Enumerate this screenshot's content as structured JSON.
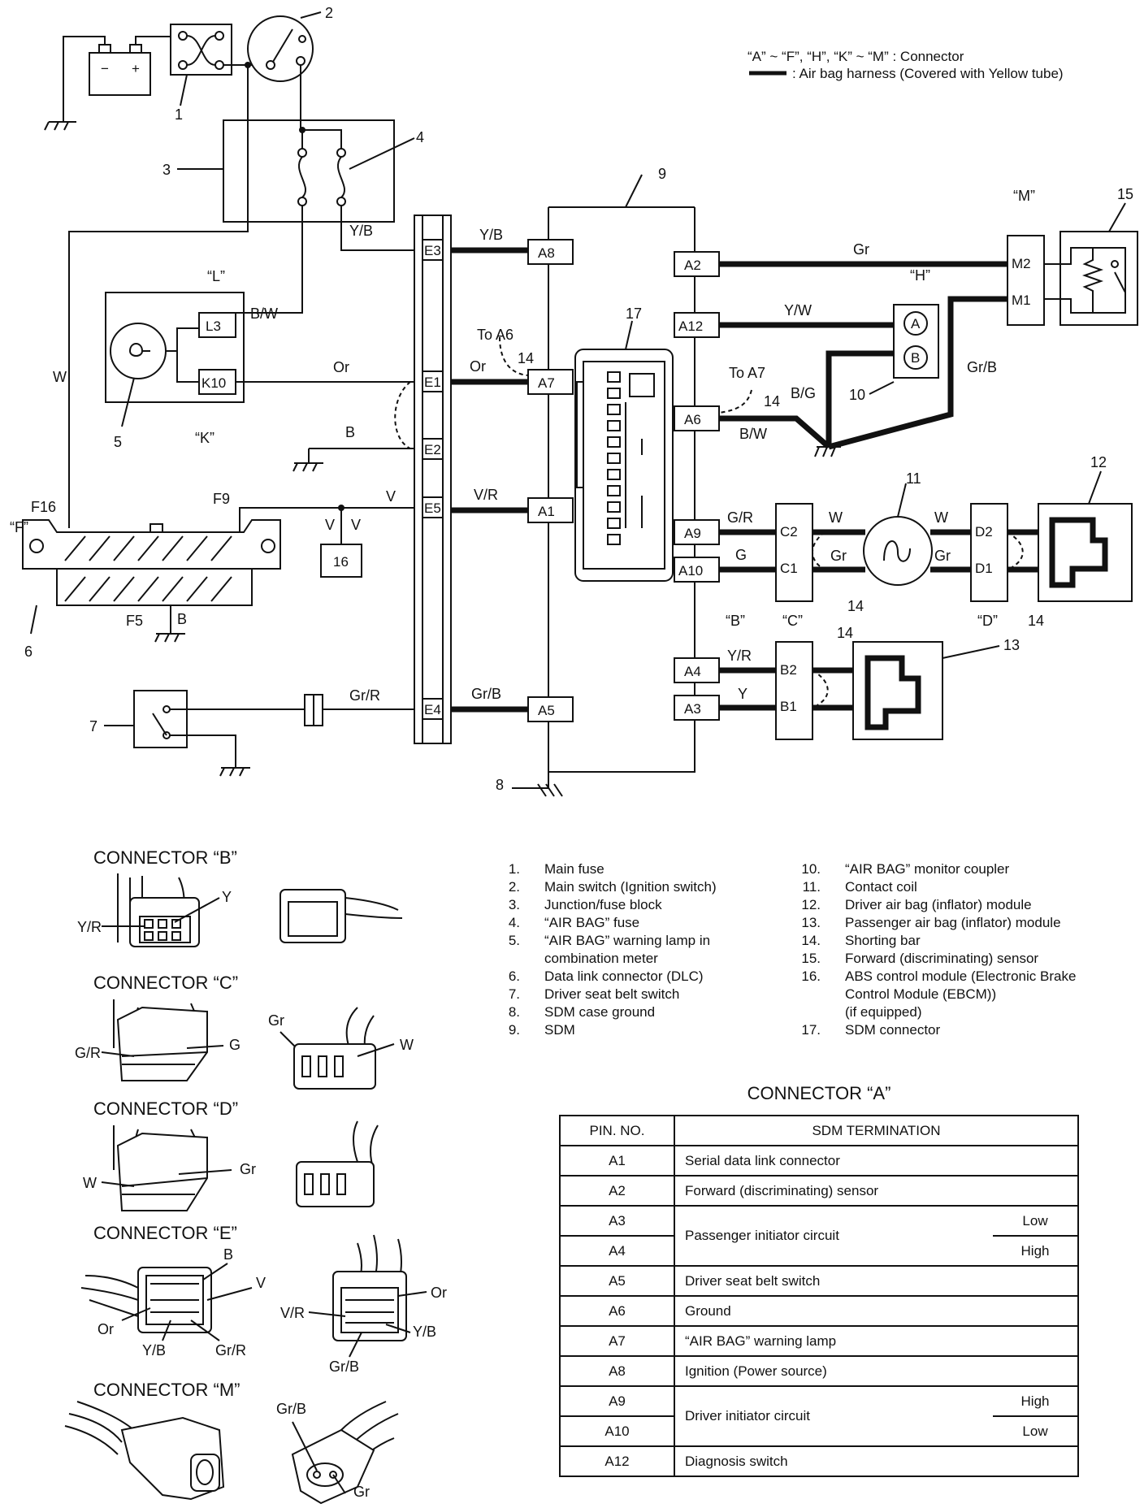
{
  "legend": {
    "connectors": "“A” ~ “F”, “H”, “K” ~ “M” : Connector",
    "harness": ": Air bag harness (Covered with Yellow tube)"
  },
  "components": [
    {
      "no": "1.",
      "name": "Main fuse"
    },
    {
      "no": "2.",
      "name": "Main switch (Ignition switch)"
    },
    {
      "no": "3.",
      "name": "Junction/fuse block"
    },
    {
      "no": "4.",
      "name": "“AIR BAG” fuse"
    },
    {
      "no": "5.",
      "name": "“AIR BAG” warning lamp in combination meter"
    },
    {
      "no": "6.",
      "name": "Data link connector (DLC)"
    },
    {
      "no": "7.",
      "name": "Driver seat belt switch"
    },
    {
      "no": "8.",
      "name": "SDM case ground"
    },
    {
      "no": "9.",
      "name": "SDM"
    },
    {
      "no": "10.",
      "name": "“AIR BAG” monitor coupler"
    },
    {
      "no": "11.",
      "name": "Contact coil"
    },
    {
      "no": "12.",
      "name": "Driver air bag (inflator) module"
    },
    {
      "no": "13.",
      "name": "Passenger air bag (inflator) module"
    },
    {
      "no": "14.",
      "name": "Shorting bar"
    },
    {
      "no": "15.",
      "name": "Forward (discriminating) sensor"
    },
    {
      "no": "16.",
      "name": "ABS control module (Electronic Brake Control Module (EBCM)) (if equipped)"
    },
    {
      "no": "17.",
      "name": "SDM connector"
    }
  ],
  "connector_views": {
    "b": {
      "title": "CONNECTOR “B”",
      "pins": [
        "Y/R",
        "Y"
      ]
    },
    "c": {
      "title": "CONNECTOR “C”",
      "pins": [
        "G/R",
        "G",
        "Gr",
        "W"
      ]
    },
    "d": {
      "title": "CONNECTOR “D”",
      "pins": [
        "W",
        "Gr"
      ]
    },
    "e": {
      "title": "CONNECTOR “E”",
      "pins": [
        "B",
        "V",
        "Or",
        "Y/B",
        "Gr/R",
        "Or",
        "V/R",
        "Gr/B",
        "Y/B"
      ]
    },
    "m": {
      "title": "CONNECTOR “M”",
      "pins": [
        "Gr/B",
        "Gr"
      ]
    }
  },
  "connector_a": {
    "title": "CONNECTOR “A”",
    "headers": [
      "PIN. NO.",
      "SDM TERMINATION"
    ],
    "rows": [
      {
        "pin": "A1",
        "termination": "Serial data link connector"
      },
      {
        "pin": "A2",
        "termination": "Forward (discriminating) sensor"
      },
      {
        "pin": "A3",
        "termination": "Passenger initiator circuit",
        "level": "Low"
      },
      {
        "pin": "A4",
        "level": "High"
      },
      {
        "pin": "A5",
        "termination": "Driver seat belt switch"
      },
      {
        "pin": "A6",
        "termination": "Ground"
      },
      {
        "pin": "A7",
        "termination": "“AIR BAG” warning lamp"
      },
      {
        "pin": "A8",
        "termination": "Ignition (Power source)"
      },
      {
        "pin": "A9",
        "termination": "Driver initiator circuit",
        "level": "High"
      },
      {
        "pin": "A10",
        "level": "Low"
      },
      {
        "pin": "A12",
        "termination": "Diagnosis switch"
      }
    ]
  },
  "wiring": {
    "callouts": [
      "1",
      "2",
      "3",
      "4",
      "5",
      "6",
      "7",
      "8",
      "9",
      "10",
      "11",
      "12",
      "13",
      "14",
      "15",
      "16",
      "17"
    ],
    "wire_colors": [
      "W",
      "Y/B",
      "B/W",
      "Or",
      "B",
      "V",
      "Gr/R",
      "Y/B",
      "Or",
      "V/R",
      "Gr/B",
      "Gr",
      "Y/W",
      "B/G",
      "B/W",
      "Gr/B",
      "G/R",
      "G",
      "W",
      "Gr",
      "Y/R",
      "Y",
      "V",
      "V"
    ],
    "connector_tags": [
      "“L”",
      "“K”",
      "“F”",
      "“M”",
      "“H”",
      "“B”",
      "“C”",
      "“D”"
    ],
    "pins_e": [
      "E3",
      "E1",
      "E2",
      "E5",
      "E4"
    ],
    "pins_a": [
      "A8",
      "A7",
      "A1",
      "A5",
      "A2",
      "A12",
      "A6",
      "A9",
      "A10",
      "A4",
      "A3"
    ],
    "pins_other": [
      "L3",
      "K10",
      "F16",
      "F9",
      "F5",
      "M2",
      "M1",
      "A",
      "B",
      "C2",
      "C1",
      "D2",
      "D1",
      "B2",
      "B1",
      "16"
    ],
    "notes": [
      "To A6",
      "To A7"
    ]
  }
}
